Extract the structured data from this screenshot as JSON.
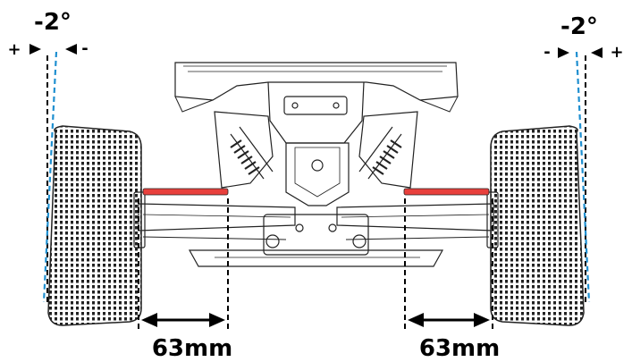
{
  "camber": {
    "left": {
      "angle": "-2°",
      "plus": "+",
      "minus": "-"
    },
    "right": {
      "angle": "-2°",
      "plus": "+",
      "minus": "-"
    }
  },
  "measurements": {
    "left_width": "63mm",
    "right_width": "63mm"
  },
  "colors": {
    "camber_line": "#1f8fd0",
    "reference_line": "#000000",
    "arm_highlight": "#e8403c",
    "line_art": "#222222"
  }
}
